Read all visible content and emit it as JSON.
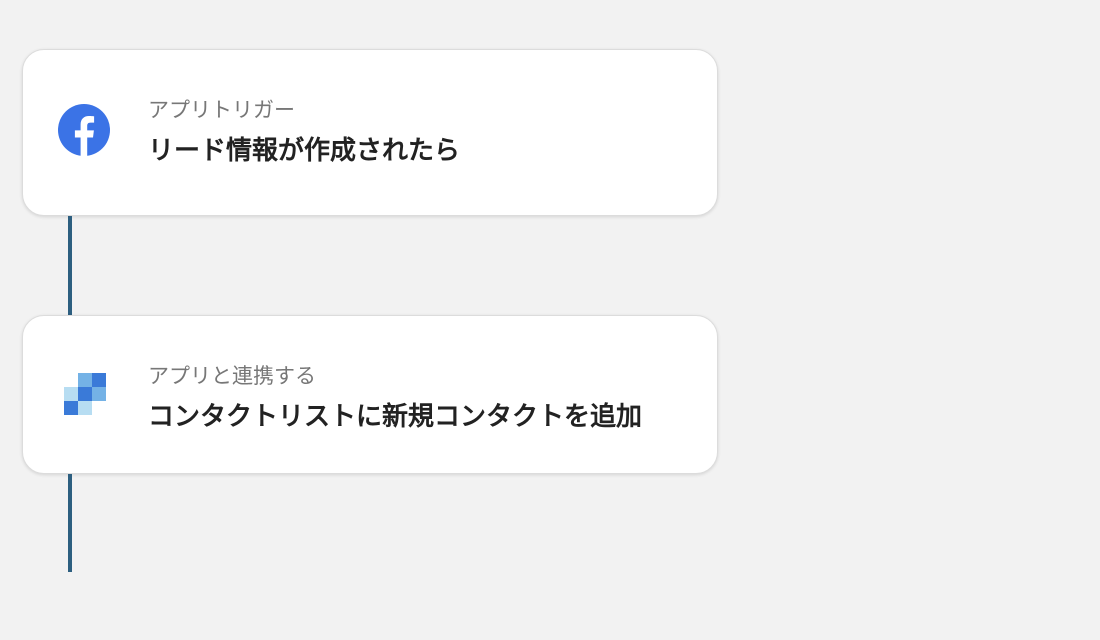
{
  "steps": [
    {
      "subtitle": "アプリトリガー",
      "title": "リード情報が作成されたら",
      "icon": "facebook-icon",
      "icon_color": "#3b73e6"
    },
    {
      "subtitle": "アプリと連携する",
      "title": "コンタクトリストに新規コンタクトを追加",
      "icon": "mosaic-app-icon",
      "icon_colors": [
        "#3a7ad8",
        "#74b2e6",
        "#b7ddf2"
      ]
    }
  ],
  "connector_color": "#2d5f80",
  "background_color": "#f2f2f2"
}
